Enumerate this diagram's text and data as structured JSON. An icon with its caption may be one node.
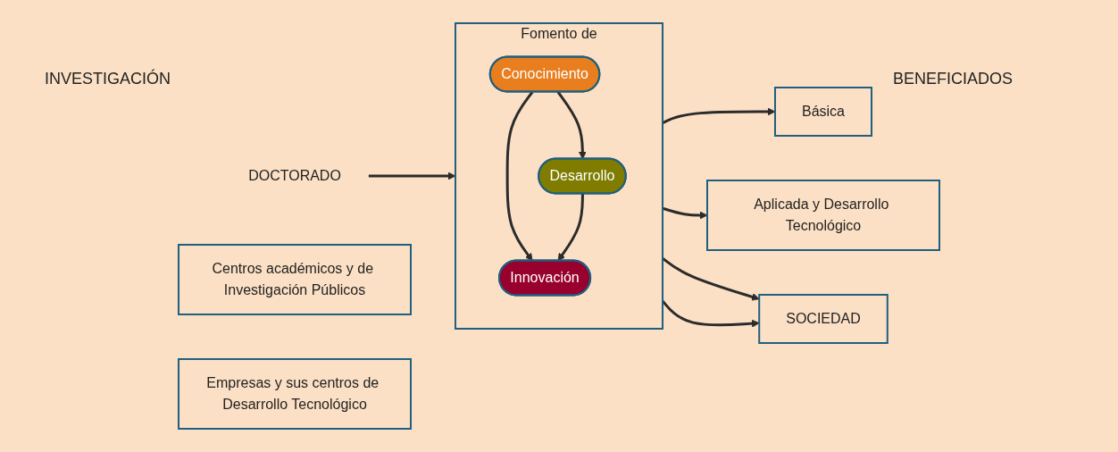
{
  "diagram": {
    "nodes": [
      {
        "text": [
          "DOCTORADO"
        ]
      },
      {
        "text": [
          "Fomento de"
        ]
      },
      {
        "text": [
          "Conocimiento"
        ],
        "in": 1
      },
      {
        "text": [
          "Desarrollo"
        ],
        "in": 1
      },
      {
        "text": [
          "Innovación"
        ],
        "in": 1
      },
      {
        "text": [
          "Básica"
        ]
      },
      {
        "text": [
          "Aplicada y Desarrollo Tecnológico"
        ]
      },
      {
        "text": [
          "SOCIEDAD"
        ]
      },
      {
        "text": [
          "Centros académicos y de Investigación Públicos"
        ]
      },
      {
        "text": [
          "Empresas y sus centros de Desarrollo Tecnológico"
        ]
      }
    ],
    "edges": [
      {
        "from": 0,
        "to": 1,
        "arrow": "to"
      },
      {
        "from": 1,
        "to": 5,
        "arrow": "to"
      },
      {
        "from": 1,
        "to": 6,
        "arrow": "to"
      },
      {
        "from": 1,
        "to": 7,
        "arrow": "to"
      },
      {
        "from": 1,
        "to": 7,
        "arrow": "to"
      },
      {
        "from": 2,
        "to": 3,
        "arrow": "to"
      },
      {
        "from": 2,
        "to": 4,
        "arrow": "to"
      },
      {
        "from": 3,
        "to": 4,
        "arrow": "to"
      }
    ],
    "labels": [
      "INVESTIGACIÓN",
      "BENEFICIADOS"
    ]
  }
}
